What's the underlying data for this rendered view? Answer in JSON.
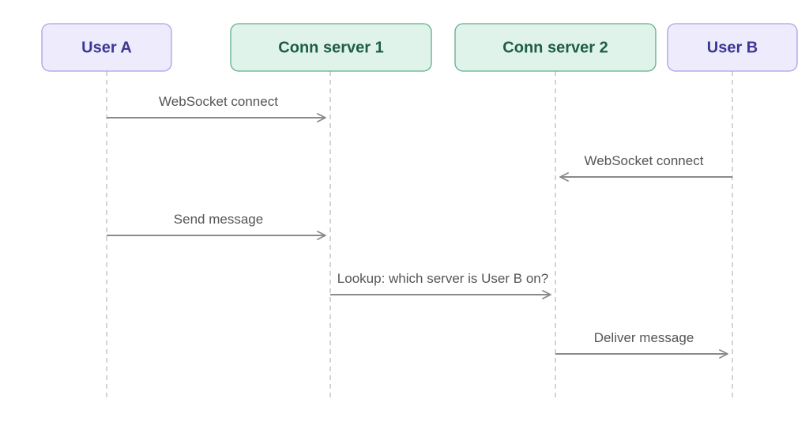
{
  "participants": [
    {
      "id": "user-a",
      "label": "User A",
      "kind": "user"
    },
    {
      "id": "conn-server-1",
      "label": "Conn server 1",
      "kind": "server"
    },
    {
      "id": "conn-server-2",
      "label": "Conn server 2",
      "kind": "server"
    },
    {
      "id": "user-b",
      "label": "User B",
      "kind": "user"
    }
  ],
  "messages": [
    {
      "from": 0,
      "to": 1,
      "label": "WebSocket connect"
    },
    {
      "from": 3,
      "to": 2,
      "label": "WebSocket connect"
    },
    {
      "from": 0,
      "to": 1,
      "label": "Send message"
    },
    {
      "from": 1,
      "to": 2,
      "label": "Lookup: which server is User B on?"
    },
    {
      "from": 2,
      "to": 3,
      "label": "Deliver message"
    }
  ],
  "colors": {
    "user_fill": "#eeecfc",
    "user_stroke": "#a8a0e6",
    "user_text": "#3d3794",
    "server_fill": "#e0f3ea",
    "server_stroke": "#5fae8a",
    "server_text": "#1e5e44",
    "lifeline": "#bdbdbd",
    "arrow": "#8a8a8a",
    "message_text": "#555555"
  }
}
